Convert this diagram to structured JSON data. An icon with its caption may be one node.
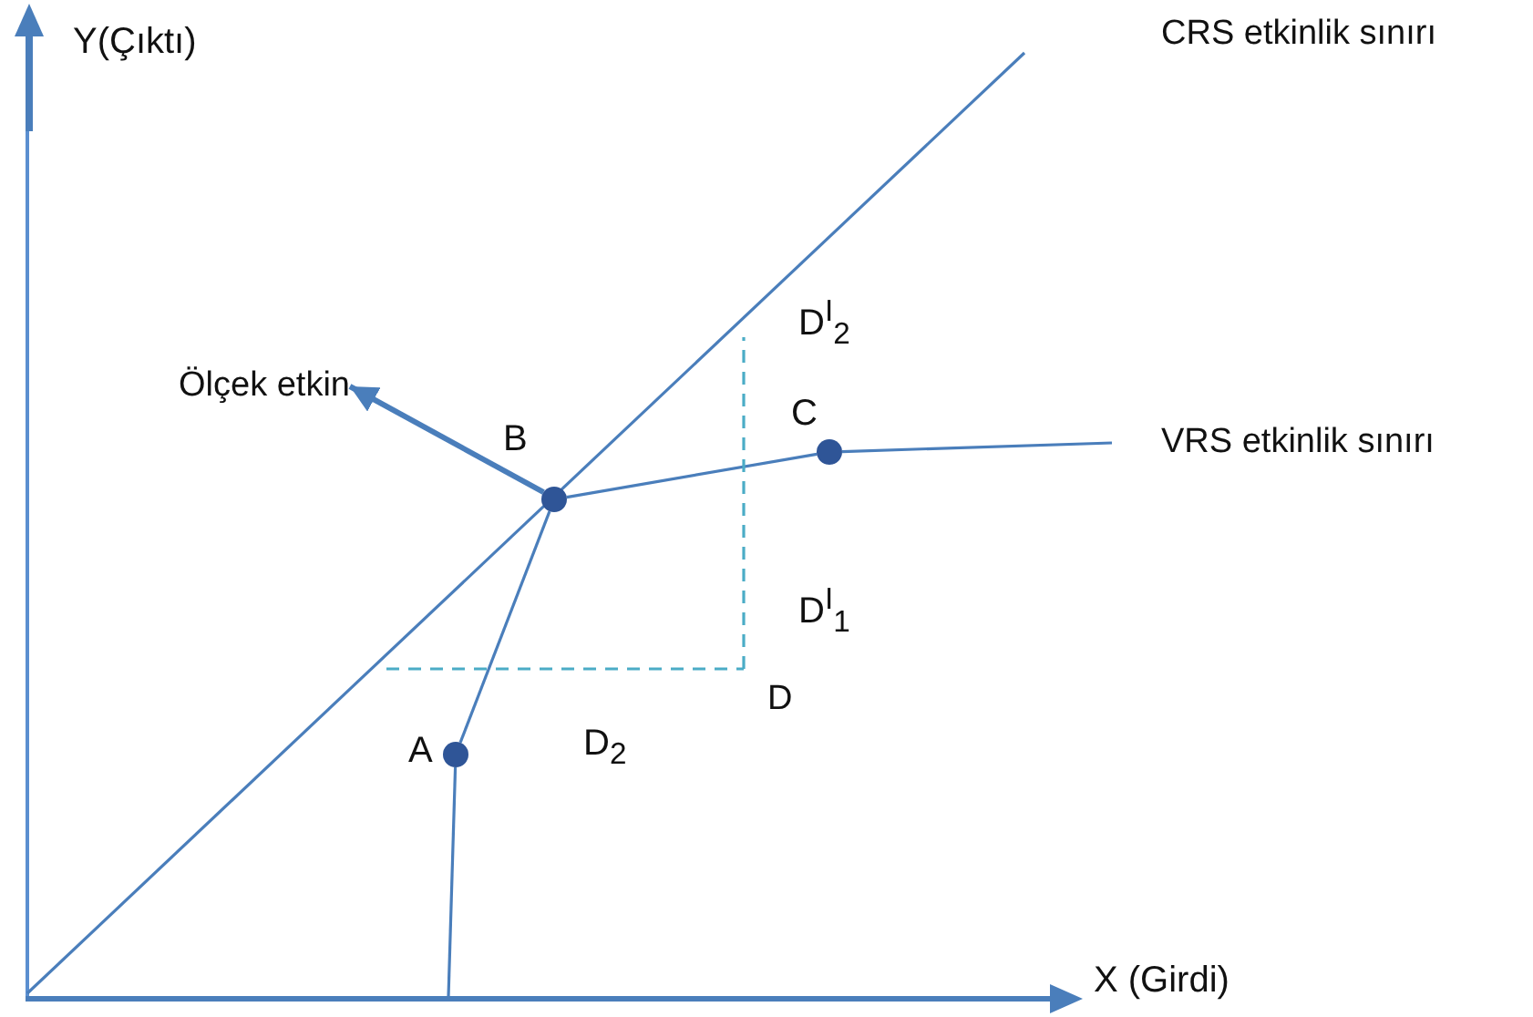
{
  "diagram": {
    "nodes": [
      {
        "text": [],
        "shape": "circle",
        "beside": [
          "A"
        ]
      },
      {
        "text": [],
        "shape": "circle",
        "beside": [
          "B"
        ]
      },
      {
        "text": [],
        "shape": "circle",
        "beside": [
          "C"
        ]
      },
      {
        "text": [
          "Ölçek etkin"
        ]
      },
      {
        "text": [
          "CRS etkinlik sınırı"
        ]
      },
      {
        "text": [
          "VRS etkinlik sınırı"
        ]
      },
      {
        "text": [
          "D"
        ]
      }
    ],
    "edges": [
      {
        "from": 0,
        "to": 1,
        "arrow": "none"
      },
      {
        "from": 1,
        "to": 2,
        "arrow": "none"
      },
      {
        "from": 2,
        "to": 5,
        "arrow": "none"
      },
      {
        "from": 1,
        "to": 3,
        "arrow": "to"
      },
      {
        "from": null,
        "to": 4,
        "arrow": "none"
      },
      {
        "from": 0,
        "to": null,
        "arrow": "none"
      },
      {
        "from": null,
        "to": 6,
        "arrow": "none",
        "style": "dashed",
        "color": "#4bacc6"
      },
      {
        "from": 6,
        "to": null,
        "arrow": "none",
        "style": "dashed",
        "color": "#4bacc6"
      }
    ],
    "labels": [
      "Y(Çıktı)",
      "D$^{I}$$_{2}$",
      "D$^{I}$$_{1}$",
      "D$_{2}$",
      "X (Girdi)"
    ]
  }
}
